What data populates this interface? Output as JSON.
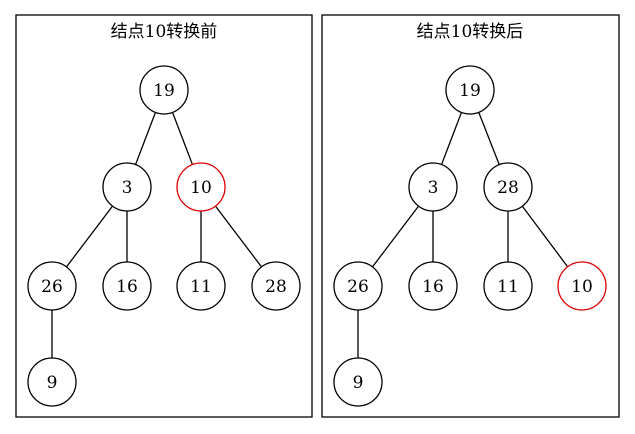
{
  "colors": {
    "default_stroke": "#000000",
    "highlight_stroke": "#e00000"
  },
  "panels": [
    {
      "title": "结点10转换前",
      "nodes": [
        {
          "id": "n19",
          "label": "19",
          "highlight": false
        },
        {
          "id": "n3",
          "label": "3",
          "highlight": false
        },
        {
          "id": "n10",
          "label": "10",
          "highlight": true
        },
        {
          "id": "n26",
          "label": "26",
          "highlight": false
        },
        {
          "id": "n16",
          "label": "16",
          "highlight": false
        },
        {
          "id": "n11",
          "label": "11",
          "highlight": false
        },
        {
          "id": "n28",
          "label": "28",
          "highlight": false
        },
        {
          "id": "n9",
          "label": "9",
          "highlight": false
        }
      ],
      "edges": [
        [
          "n19",
          "n3"
        ],
        [
          "n19",
          "n10"
        ],
        [
          "n3",
          "n26"
        ],
        [
          "n3",
          "n16"
        ],
        [
          "n10",
          "n11"
        ],
        [
          "n10",
          "n28"
        ],
        [
          "n26",
          "n9"
        ]
      ]
    },
    {
      "title": "结点10转换后",
      "nodes": [
        {
          "id": "m19",
          "label": "19",
          "highlight": false
        },
        {
          "id": "m3",
          "label": "3",
          "highlight": false
        },
        {
          "id": "m28",
          "label": "28",
          "highlight": false
        },
        {
          "id": "m26",
          "label": "26",
          "highlight": false
        },
        {
          "id": "m16",
          "label": "16",
          "highlight": false
        },
        {
          "id": "m11",
          "label": "11",
          "highlight": false
        },
        {
          "id": "m10",
          "label": "10",
          "highlight": true
        },
        {
          "id": "m9",
          "label": "9",
          "highlight": false
        }
      ],
      "edges": [
        [
          "m19",
          "m3"
        ],
        [
          "m19",
          "m28"
        ],
        [
          "m3",
          "m26"
        ],
        [
          "m3",
          "m16"
        ],
        [
          "m28",
          "m11"
        ],
        [
          "m28",
          "m10"
        ],
        [
          "m26",
          "m9"
        ]
      ]
    }
  ]
}
